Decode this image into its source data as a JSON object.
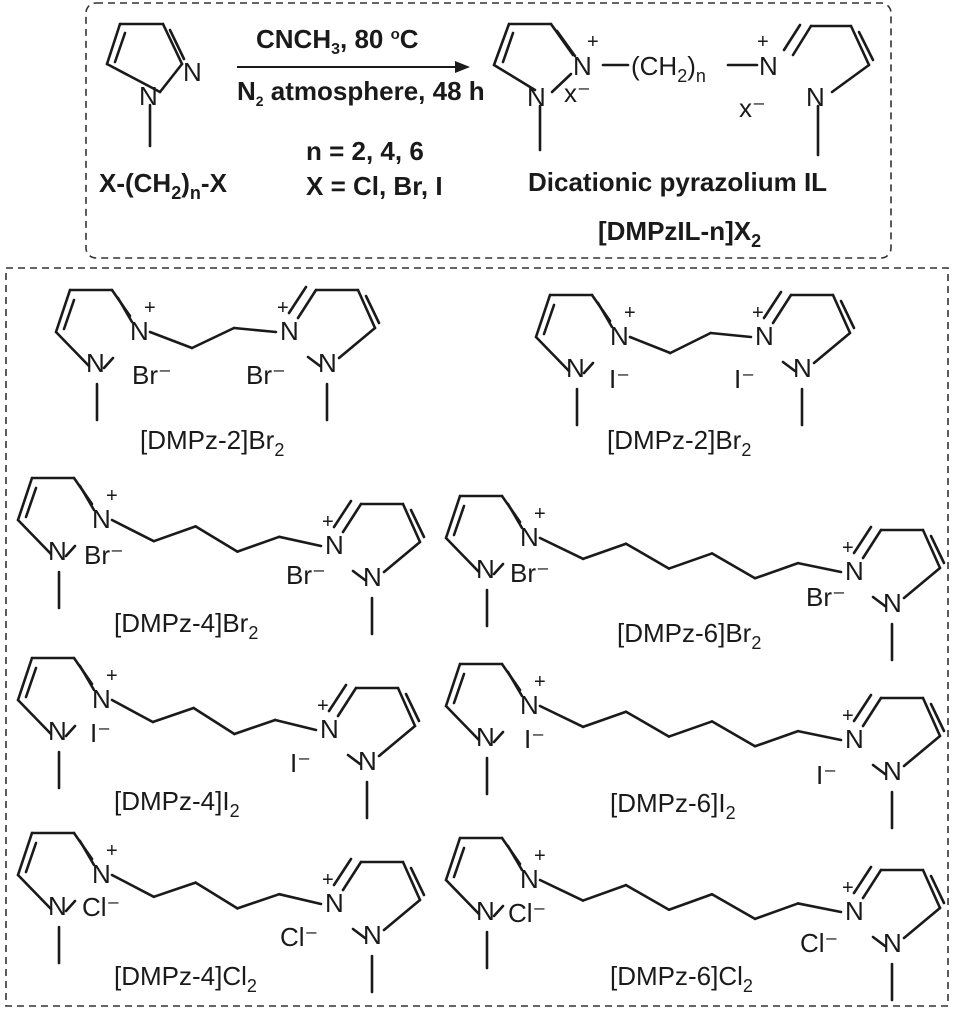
{
  "atoms": {
    "N": "N",
    "plus": "+"
  },
  "anions": {
    "generic": "x⁻",
    "Br": "Br⁻",
    "I": "I⁻",
    "Cl": "Cl⁻"
  },
  "reaction": {
    "reagent_base": "X-(CH",
    "reagent_sub": "2",
    "reagent_n": "n",
    "reagent_end": "-X",
    "conditions_line1_a": "CNCH",
    "conditions_line1_sub": "3",
    "conditions_line1_b": ", 80 ",
    "conditions_line1_deg": "o",
    "conditions_line1_c": "C",
    "conditions_line2_a": "N",
    "conditions_line2_sub": "2",
    "conditions_line2_b": " atmosphere, 48 h",
    "n_values": "n = 2, 4, 6",
    "x_values": "X = Cl, Br, I",
    "linker_a": "(CH",
    "linker_sub": "2",
    "linker_b": ")",
    "linker_n": "n",
    "product_name": "Dicationic pyrazolium IL",
    "product_code": "[DMPzIL-n]X",
    "product_code_sub": "2"
  },
  "compounds": [
    {
      "label": "[DMPz-2]Br",
      "sub": "2"
    },
    {
      "label": "[DMPz-2]Br",
      "sub": "2"
    },
    {
      "label": "[DMPz-4]Br",
      "sub": "2"
    },
    {
      "label": "[DMPz-6]Br",
      "sub": "2"
    },
    {
      "label": "[DMPz-4]I",
      "sub": "2"
    },
    {
      "label": "[DMPz-6]I",
      "sub": "2"
    },
    {
      "label": "[DMPz-4]Cl",
      "sub": "2"
    },
    {
      "label": "[DMPz-6]Cl",
      "sub": "2"
    }
  ]
}
